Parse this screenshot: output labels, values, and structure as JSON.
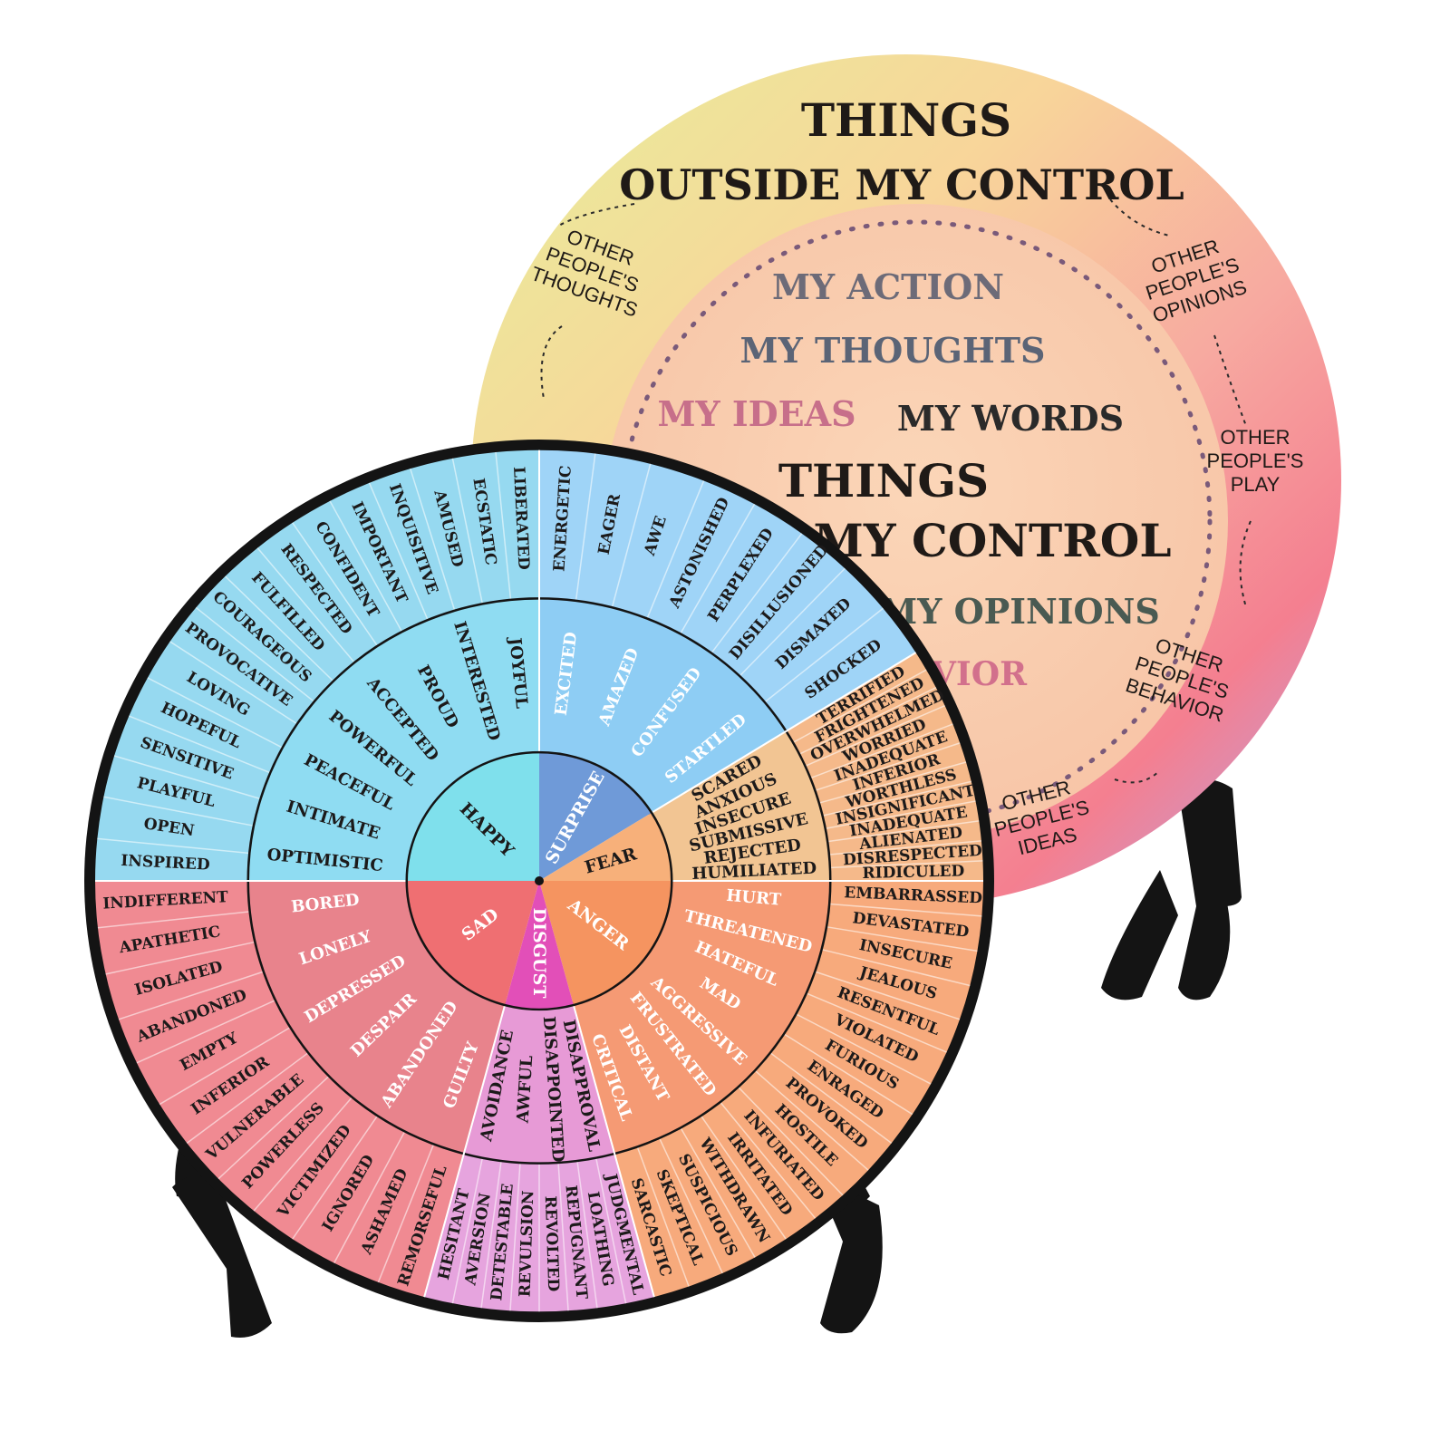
{
  "colors": {
    "happy": "#8fd8f2",
    "surprise": "#8ab6e8",
    "fear": "#f2b98a",
    "anger": "#f29a70",
    "disgust": "#e68cc8",
    "sad": "#ee8a8e",
    "outline": "#1a1a1a",
    "stand": "#141414"
  },
  "back_plate": {
    "title_line1": "THINGS",
    "title_line2": "OUTSIDE  MY  CONTROL",
    "outer_items": [
      "OTHER PEOPLE'S THOUGHTS",
      "OTHER PEOPLE'S OPINIONS",
      "OTHER PEOPLE'S PLAY",
      "OTHER PEOPLE'S BEHAVIOR",
      "OTHER PEOPLE'S IDEAS"
    ],
    "inner_items": [
      "MY  ACTION",
      "MY  THOUGHTS",
      "MY  IDEAS",
      "MY  WORDS",
      "MY  OPINIONS",
      "VIOR"
    ],
    "inner_title_line1": "THINGS",
    "inner_title_line2": "MY CONTROL"
  },
  "wheel": {
    "core": [
      {
        "label": "HAPPY",
        "color": "#7fe0ec"
      },
      {
        "label": "SURPRISE",
        "color": "#6f9ad8"
      },
      {
        "label": "FEAR",
        "color": "#f7b07a"
      },
      {
        "label": "ANGER",
        "color": "#f59460"
      },
      {
        "label": "DISGUST",
        "color": "#e24fb8"
      },
      {
        "label": "SAD",
        "color": "#ef6f72"
      }
    ],
    "middle": {
      "happy": [
        "OPTIMISTIC",
        "INTIMATE",
        "PEACEFUL",
        "POWERFUL",
        "ACCEPTED",
        "PROUD",
        "INTERESTED",
        "JOYFUL"
      ],
      "surprise": [
        "EXCITED",
        "AMAZED",
        "CONFUSED",
        "STARTLED"
      ],
      "fear": [
        "SCARED",
        "ANXIOUS",
        "INSECURE",
        "SUBMISSIVE",
        "REJECTED",
        "HUMILIATED"
      ],
      "anger": [
        "HURT",
        "THREATENED",
        "HATEFUL",
        "MAD",
        "AGGRESSIVE",
        "FRUSTRATED",
        "DISTANT",
        "CRITICAL"
      ],
      "disgust": [
        "DISAPPROVAL",
        "DISAPPOINTED",
        "AWFUL",
        "AVOIDANCE"
      ],
      "sad": [
        "GUILTY",
        "ABANDONED",
        "DESPAIR",
        "DEPRESSED",
        "LONELY",
        "BORED"
      ]
    },
    "outer": {
      "happy": [
        "INSPIRED",
        "OPEN",
        "PLAYFUL",
        "SENSITIVE",
        "HOPEFUL",
        "LOVING",
        "PROVOCATIVE",
        "COURAGEOUS",
        "FULFILLED",
        "RESPECTED",
        "CONFIDENT",
        "IMPORTANT",
        "INQUISITIVE",
        "AMUSED",
        "ECSTATIC",
        "LIBERATED"
      ],
      "surprise": [
        "ENERGETIC",
        "EAGER",
        "AWE",
        "ASTONISHED",
        "PERPLEXED",
        "DISILLUSIONED",
        "DISMAYED",
        "SHOCKED"
      ],
      "fear": [
        "TERRIFIED",
        "FRIGHTENED",
        "OVERWHELMED",
        "WORRIED",
        "INADEQUATE",
        "INFERIOR",
        "WORTHLESS",
        "INSIGNIFICANT",
        "INADEQUATE",
        "ALIENATED",
        "DISRESPECTED",
        "RIDICULED"
      ],
      "anger": [
        "EMBARRASSED",
        "DEVASTATED",
        "INSECURE",
        "JEALOUS",
        "RESENTFUL",
        "VIOLATED",
        "FURIOUS",
        "ENRAGED",
        "PROVOKED",
        "HOSTILE",
        "INFURIATED",
        "IRRITATED",
        "WITHDRAWN",
        "SUSPICIOUS",
        "SKEPTICAL",
        "SARCASTIC"
      ],
      "disgust": [
        "JUDGMENTAL",
        "LOATHING",
        "REPUGNANT",
        "REVOLTED",
        "REVULSION",
        "DETESTABLE",
        "AVERSION",
        "HESITANT"
      ],
      "sad": [
        "REMORSEFUL",
        "ASHAMED",
        "IGNORED",
        "VICTIMIZED",
        "POWERLESS",
        "VULNERABLE",
        "INFERIOR",
        "EMPTY",
        "ABANDONED",
        "ISOLATED",
        "APATHETIC",
        "INDIFFERENT"
      ]
    }
  }
}
